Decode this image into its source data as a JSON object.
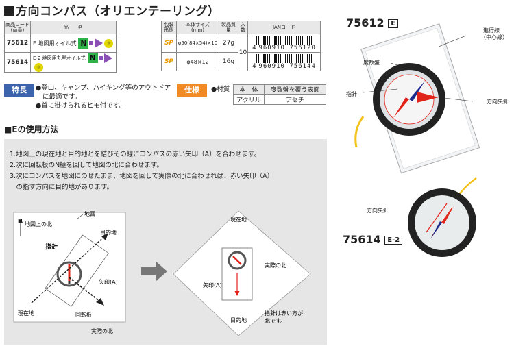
{
  "title": "方向コンパス（オリエンテーリング）",
  "table1": {
    "h_code": "商品コード\n(品番)",
    "h_name": "品　　名",
    "rows": [
      {
        "code": "75612",
        "name": "E 地図用オイル式",
        "n": "N"
      },
      {
        "code": "75614",
        "name": "E-2 地図用丸型オイル式",
        "n": "N"
      }
    ]
  },
  "table2": {
    "h_pack": "包装\n形態",
    "h_size": "本体サイズ\n(mm)",
    "h_weight": "製品質量",
    "h_qty": "入数",
    "h_jan": "JANコード",
    "qty": "10",
    "rows": [
      {
        "pack": "SP",
        "size": "φ50(84×54)×10",
        "weight": "27g",
        "jan_prefix": "4",
        "jan": "960910 756120"
      },
      {
        "pack": "SP",
        "size": "φ48×12",
        "weight": "16g",
        "jan_prefix": "4",
        "jan": "960910 756144"
      }
    ]
  },
  "features": {
    "label": "特長",
    "line1": "●登山、キャンプ、ハイキング等のアウトドア",
    "line2": "に最適です。",
    "line3": "●首に掛けられるヒモ付です。"
  },
  "spec": {
    "label": "仕様",
    "material": "●材質",
    "h_body": "本　体",
    "h_cover": "度数盤を覆う表面",
    "body": "アクリル",
    "cover": "アセチ"
  },
  "usage": {
    "title": "■Eの使用方法",
    "step1": "1.地図上の現在地と目的地とを結びその線にコンパスの赤い矢印（A）を合わせます。",
    "step2": "2.次に回転板のN極を回して地図の北に合わせます。",
    "step3a": "3.次にコンパスを地図にのせたまま、地図を回して実際の北に合わせれば、赤い矢印（A）",
    "step3b": "　の指す方向に目的地があります。"
  },
  "diagram": {
    "map": "地図",
    "map_north": "地図上の北",
    "n": "N",
    "target": "目的地",
    "needle": "指針",
    "arrow_a": "矢印(A)",
    "current": "現在地",
    "dial": "回転板",
    "true_north": "実際の北",
    "r_current": "現在地",
    "r_arrow": "矢印(A)",
    "r_true_north": "実際の北",
    "r_target": "目的地",
    "r_note1": "指針は赤い方が",
    "r_note2": "北です。"
  },
  "product_e": {
    "code": "75612",
    "model": "E",
    "l_travel": "進行線",
    "l_travel2": "（中心線）",
    "l_dial": "度数盤",
    "l_needle": "指針",
    "l_arrow": "方向矢針"
  },
  "product_e2": {
    "code": "75614",
    "model": "E-2",
    "l_arrow": "方向矢針"
  },
  "colors": {
    "n_green": "#2db34a",
    "purple": "#8a4fb5",
    "tag_blue": "#3c64ad",
    "tag_orange": "#f08a24",
    "red": "#e2231a"
  }
}
